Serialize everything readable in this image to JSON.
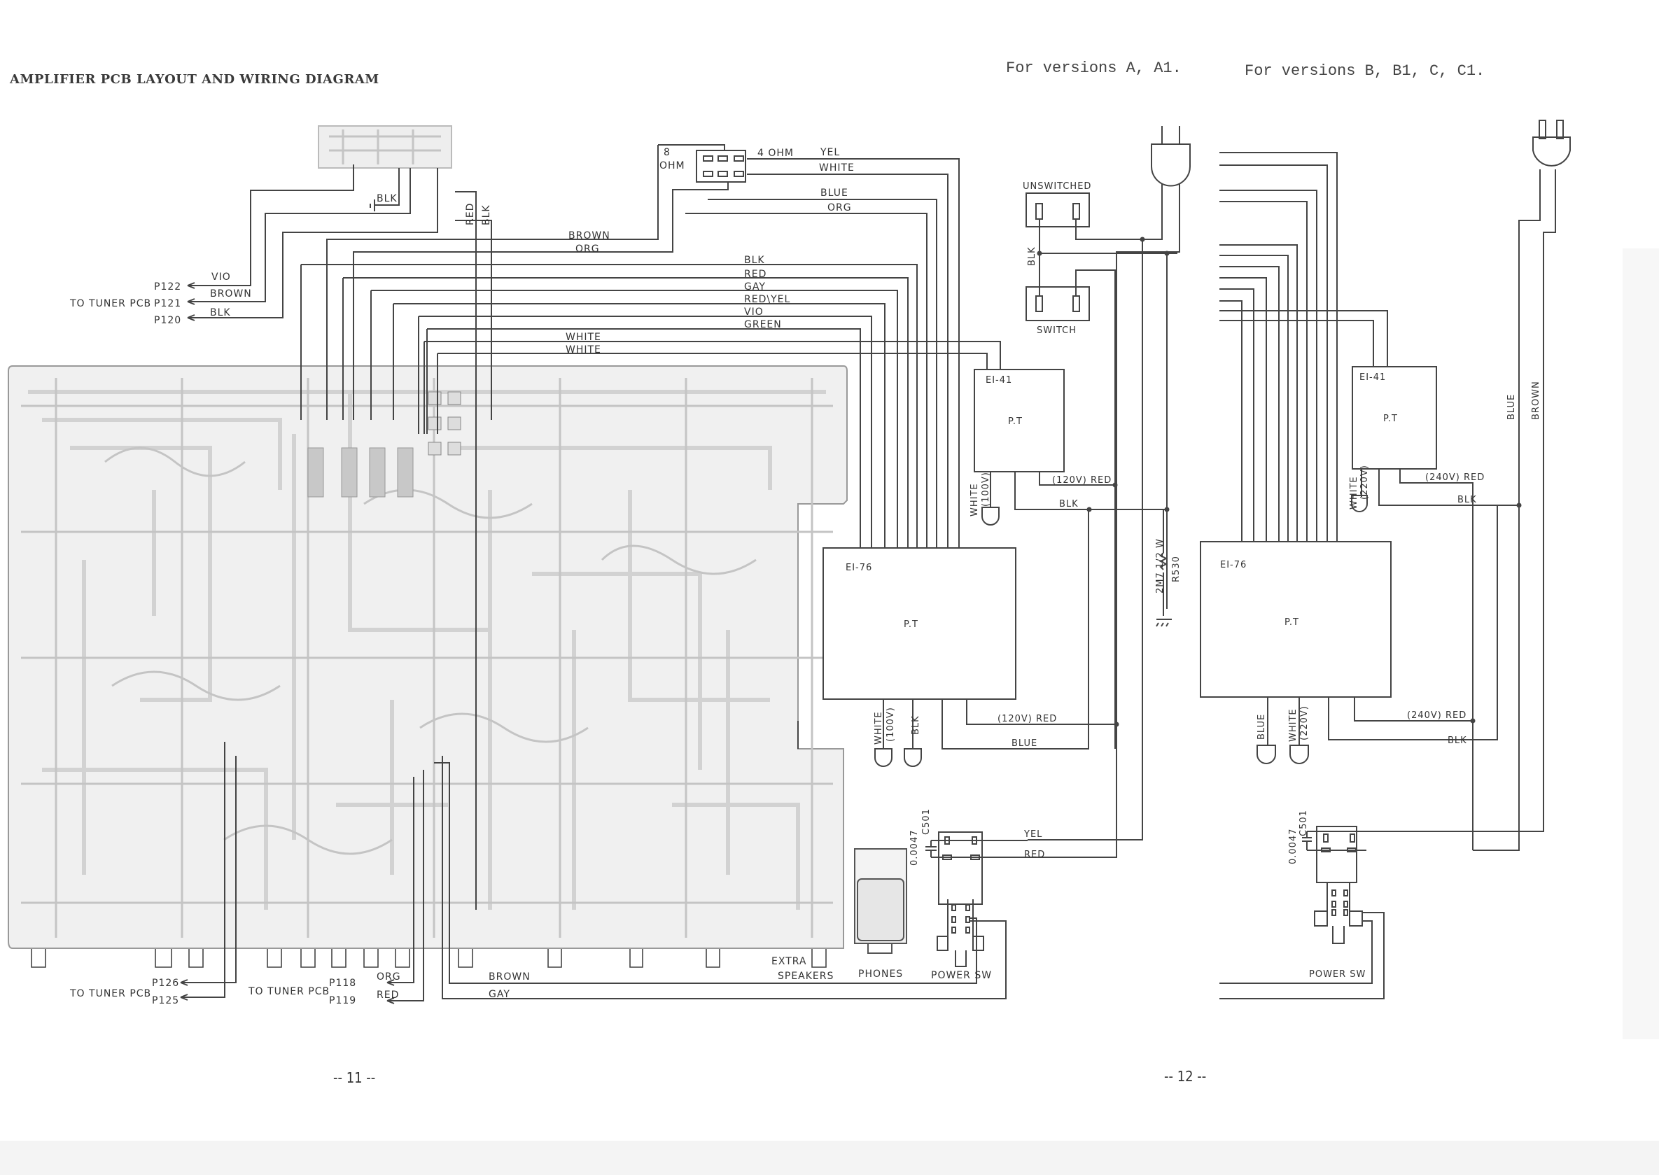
{
  "header": {
    "title": "AMPLIFIER PCB LAYOUT AND WIRING DIAGRAM",
    "version_a": "For versions A, A1.",
    "version_b": "For versions B, B1, C, C1."
  },
  "left_panel": {
    "tuner_top": {
      "to_tuner": "TO TUNER PCB",
      "pins": [
        {
          "pin": "P122",
          "wire": "VIO"
        },
        {
          "pin": "P121",
          "wire": "BROWN"
        },
        {
          "pin": "P120",
          "wire": "BLK"
        }
      ],
      "ground_wire": "BLK",
      "vertical_wires": [
        "RED",
        "BLK"
      ]
    },
    "speaker_selector": {
      "label_8ohm_a": "8",
      "label_8ohm_b": "OHM",
      "label_4ohm": "4 OHM"
    },
    "top_wires": [
      "YEL",
      "WHITE",
      "BLUE",
      "ORG"
    ],
    "mid_wires": [
      "BROWN",
      "ORG"
    ],
    "bundle_wires": [
      "BLK",
      "RED",
      "GAY",
      "RED\\YEL",
      "VIO",
      "GREEN"
    ],
    "white_wires": [
      "WHITE",
      "WHITE"
    ],
    "bottom": {
      "tuner_left": {
        "to_tuner": "TO TUNER PCB",
        "pins": [
          "P126",
          "P125"
        ]
      },
      "tuner_mid": {
        "to_tuner": "TO TUNER PCB",
        "pins": [
          {
            "pin": "P118",
            "wire": "ORG"
          },
          {
            "pin": "P119",
            "wire": "RED"
          }
        ]
      },
      "bottom_wires": [
        "BROWN",
        "GAY"
      ],
      "extra_speakers_a": "EXTRA",
      "extra_speakers_b": "SPEAKERS",
      "phones": "PHONES",
      "power_sw": "POWER SW"
    }
  },
  "version_a_panel": {
    "unswitched": "UNSWITCHED",
    "switch": "SWITCH",
    "outlet_wire": "BLK",
    "small_transformer": {
      "core": "EI-41",
      "name": "P.T",
      "lead": "WHITE",
      "lead_v": "(100V)",
      "red": "(120V) RED",
      "blk": "BLK"
    },
    "resistor": {
      "value": "2M7 1/2 W",
      "ref": "R530"
    },
    "main_transformer": {
      "core": "EI-76",
      "name": "P.T",
      "lead1": "WHITE",
      "lead1_v": "(100V)",
      "lead2": "BLK",
      "red": "(120V) RED",
      "blue": "BLUE"
    },
    "capacitor": {
      "value": "0.0047",
      "ref": "C501"
    },
    "switch_wires": [
      "YEL",
      "RED"
    ]
  },
  "version_b_panel": {
    "small_transformer": {
      "core": "EI-41",
      "name": "P.T",
      "lead": "WHITE",
      "lead_v": "(220V)",
      "red": "(240V) RED",
      "blk": "BLK"
    },
    "mains_wires": [
      "BLUE",
      "BROWN"
    ],
    "main_transformer": {
      "core": "EI-76",
      "name": "P.T",
      "lead1": "BLUE",
      "lead2": "WHITE",
      "lead2_v": "(220V)",
      "red": "(240V) RED",
      "blk": "BLK"
    },
    "capacitor": {
      "value": "0.0047",
      "ref": "C501"
    },
    "power_sw": "POWER SW"
  },
  "footer": {
    "page_left": "-- 11 --",
    "page_right": "-- 12 --"
  }
}
